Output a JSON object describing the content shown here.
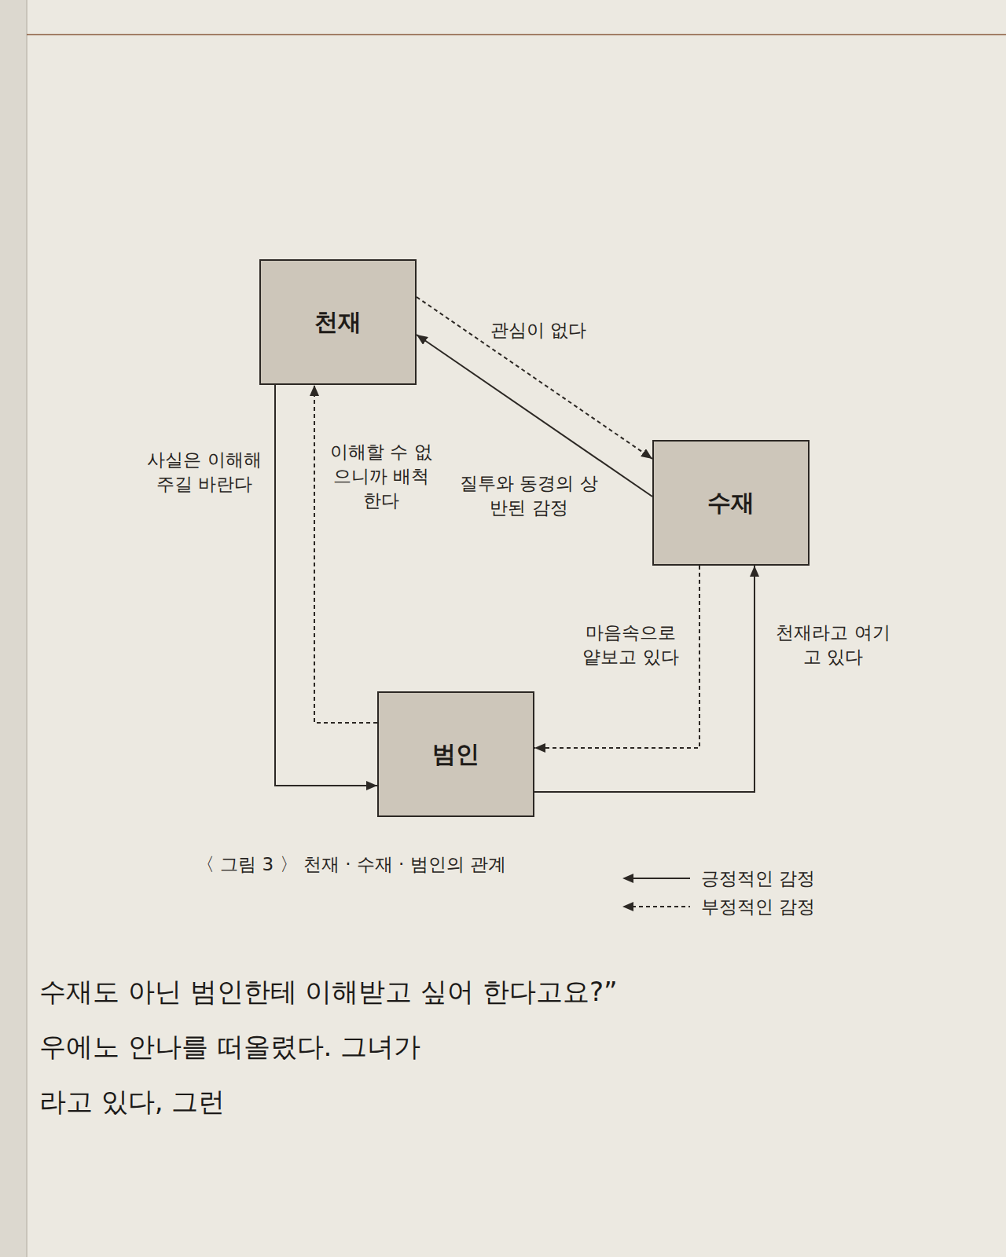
{
  "diagram": {
    "caption": "〈 그림 3 〉 천재 · 수재 · 범인의 관계",
    "nodes": [
      {
        "text": [
          "천재"
        ]
      },
      {
        "text": [
          "수재"
        ]
      },
      {
        "text": [
          "범인"
        ]
      }
    ],
    "edges": [
      {
        "from": 0,
        "to": 1,
        "label": "관심이 없다",
        "arrow": "to"
      },
      {
        "from": 1,
        "to": 0,
        "label": "질투와 동경의 상반된 감정",
        "arrow": "to"
      },
      {
        "from": 0,
        "to": 2,
        "label": "사실은 이해해주길 바란다",
        "arrow": "to"
      },
      {
        "from": 2,
        "to": 0,
        "label": "이해할 수 없으니까 배척한다",
        "arrow": "to"
      },
      {
        "from": 1,
        "to": 2,
        "label": "마음속으로 얕보고 있다",
        "arrow": "to"
      },
      {
        "from": 2,
        "to": 1,
        "label": "천재라고 여기고 있다",
        "arrow": "to"
      }
    ],
    "labels": [
      "수재도 아닌 범인한테 이해받고 싶어 한다고요?”",
      "우에노 안나를 떠올렸다. 그녀가",
      "라고 있다, 그런"
    ],
    "legend": [
      {
        "text": "긍정적인 감정"
      },
      {
        "text": "부정적인 감정"
      }
    ]
  }
}
